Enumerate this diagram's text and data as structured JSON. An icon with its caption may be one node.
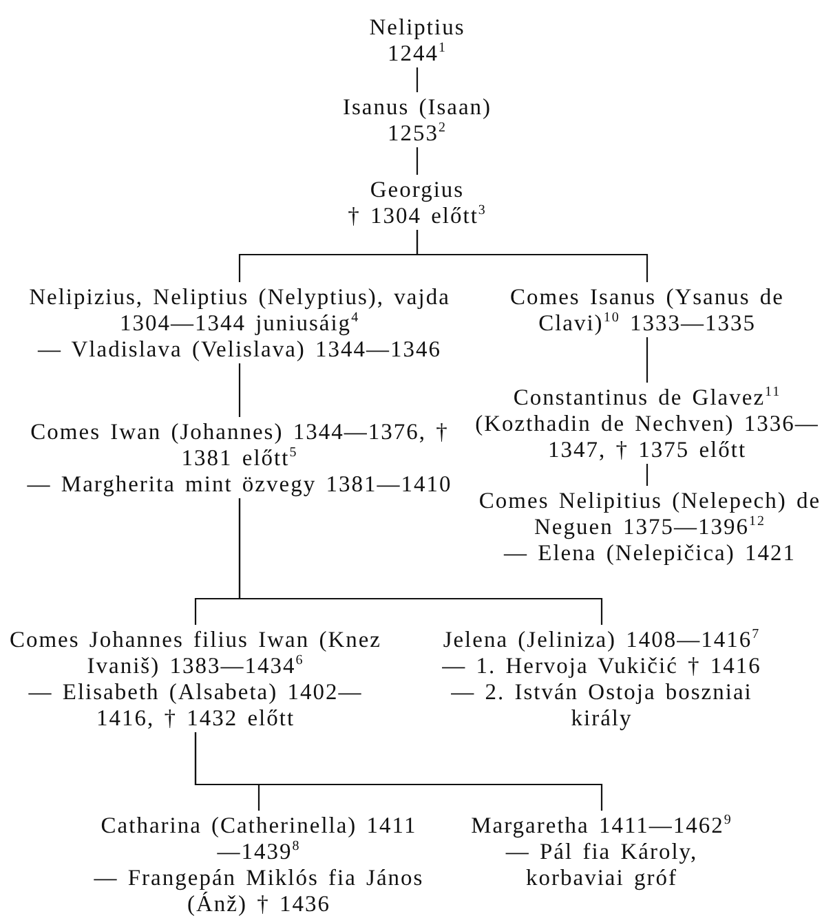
{
  "diagram": {
    "nodes": [
      {
        "text": [
          "Neliptius",
          "1244$^{1}$"
        ]
      },
      {
        "text": [
          "Isanus (Isaan)",
          "1253$^{2}$"
        ]
      },
      {
        "text": [
          "Georgius",
          "† 1304 előtt$^{3}$"
        ]
      },
      {
        "text": [
          "Nelipizius, Neliptius (Nelyptius), vajda 1304—1344 juniusáig$^{4}$",
          "— Vladislava (Velislava) 1344—1346"
        ]
      },
      {
        "text": [
          "Comes Isanus (Ysanus de Clavi)$^{10}$ 1333—1335"
        ]
      },
      {
        "text": [
          "Comes Iwan (Johannes) 1344—1376, † 1381 előtt$^{5}$",
          "— Margherita mint özvegy 1381—1410"
        ]
      },
      {
        "text": [
          "Constantinus de Glavez$^{11}$ (Kozthadin de Nechven) 1336—1347, † 1375 előtt"
        ]
      },
      {
        "text": [
          "Comes Nelipitius (Nelepech) de Neguen 1375—1396$^{12}$",
          "— Elena (Nelepičica) 1421"
        ]
      },
      {
        "text": [
          "Comes Johannes filius Iwan (Knez Ivaniš) 1383—1434$^{6}$",
          "— Elisabeth (Alsabeta) 1402—1416, † 1432 előtt"
        ]
      },
      {
        "text": [
          "Jelena (Jeliniza) 1408—1416$^{7}$",
          "— 1. Hervoja Vukičić † 1416",
          "— 2. István Ostoja boszniai király"
        ]
      },
      {
        "text": [
          "Catharina (Catherinella) 1411—1439$^{8}$",
          "— Frangepán Miklós fia János (Ánž) † 1436"
        ]
      },
      {
        "text": [
          "Margaretha 1411—1462$^{9}$",
          "— Pál fia Károly, korbaviai gróf"
        ]
      }
    ],
    "edges": [
      {
        "from": 0,
        "to": 1,
        "arrow": "none"
      },
      {
        "from": 1,
        "to": 2,
        "arrow": "none"
      },
      {
        "from": 2,
        "to": 3,
        "arrow": "none"
      },
      {
        "from": 2,
        "to": 4,
        "arrow": "none"
      },
      {
        "from": 3,
        "to": 5,
        "arrow": "none"
      },
      {
        "from": 4,
        "to": 6,
        "arrow": "none"
      },
      {
        "from": 6,
        "to": 7,
        "arrow": "none"
      },
      {
        "from": 5,
        "to": 8,
        "arrow": "none"
      },
      {
        "from": 5,
        "to": 9,
        "arrow": "none"
      },
      {
        "from": 8,
        "to": 10,
        "arrow": "none"
      },
      {
        "from": 8,
        "to": 11,
        "arrow": "none"
      }
    ]
  }
}
